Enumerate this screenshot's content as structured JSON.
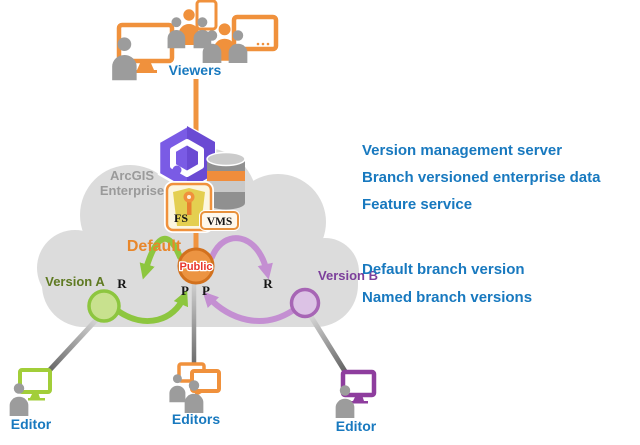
{
  "colors": {
    "accent_orange": "#F0913C",
    "label_blue": "#1879BF",
    "green": "#8DC63F",
    "purple": "#A765B5",
    "purple_arrow": "#C48FD2",
    "public_red": "#E8352B",
    "cloud_gray": "#DCDCDC",
    "hexagon_purple": "#7A5BE5"
  },
  "viewers": {
    "label": "Viewers"
  },
  "platform": {
    "line1": "ArcGIS",
    "line2": "Enterprise"
  },
  "services": {
    "feature_service_abbr": "FS",
    "version_management_abbr": "VMS"
  },
  "branches": {
    "default_label": "Default",
    "public_label": "Public",
    "version_a_label": "Version A",
    "version_b_label": "Version B",
    "reconcile_abbr": "R",
    "post_abbr": "P"
  },
  "legend": {
    "items": [
      "Version management server",
      "Branch versioned enterprise data",
      "Feature service",
      "Default branch version",
      "Named branch versions"
    ]
  },
  "editors": {
    "left_label": "Editor",
    "middle_label": "Editors",
    "right_label": "Editor"
  }
}
